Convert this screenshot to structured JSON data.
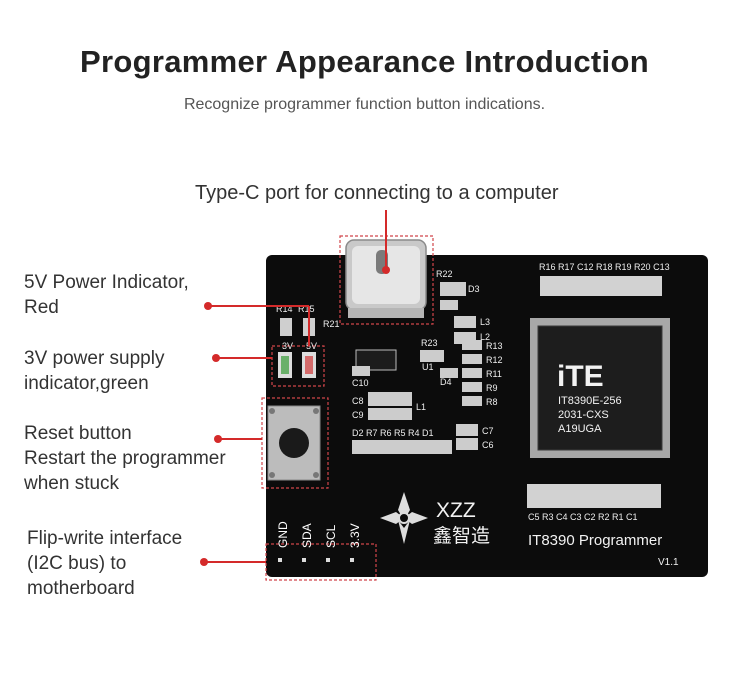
{
  "header": {
    "title": "Programmer Appearance Introduction",
    "subtitle": "Recognize programmer function button indications."
  },
  "callouts": {
    "typec": "Type-C port for connecting to a computer",
    "power5v": [
      "5V Power Indicator,",
      "Red"
    ],
    "power3v": [
      "3V power supply",
      "indicator,green"
    ],
    "reset": [
      "Reset button",
      "Restart the programmer",
      "when stuck"
    ],
    "flipwrite": [
      "Flip-write interface",
      "(I2C bus) to",
      "motherboard"
    ]
  },
  "board": {
    "pins": [
      "GND",
      "SDA",
      "SCL",
      "3.3V"
    ],
    "chip": {
      "logo": "iTE",
      "lines": [
        "IT8390E-256",
        "2031-CXS",
        "A19UGA"
      ]
    },
    "brand": "XZZ",
    "brand_cn": "鑫智造",
    "product": "IT8390 Programmer",
    "version": "V1.1",
    "refs": {
      "r22": "R22",
      "d3": "D3",
      "r21": "R21",
      "r14": "R14",
      "r15": "R15",
      "r23": "R23",
      "l3": "L3",
      "l2": "L2",
      "r13": "R13",
      "r12": "R12",
      "r11": "R11",
      "r9": "R9",
      "r8": "R8",
      "u1": "U1",
      "d4": "D4",
      "c10": "C10",
      "c8": "C8",
      "c9": "C9",
      "l1": "L1",
      "c7": "C7",
      "c6": "C6",
      "row1": "D2 R7 R6 R5 R4 D1",
      "top_right": "R16 R17 C12 R18 R19 R20 C13",
      "bottom_right": "C5 R3 C4 C3 C2 R2 R1 C1",
      "sw_3v": "3V",
      "sw_5v": "5V"
    }
  },
  "colors": {
    "board": "#0c0c0c",
    "callout_line": "#d42a2a",
    "highlight_box": "#d0454a"
  }
}
